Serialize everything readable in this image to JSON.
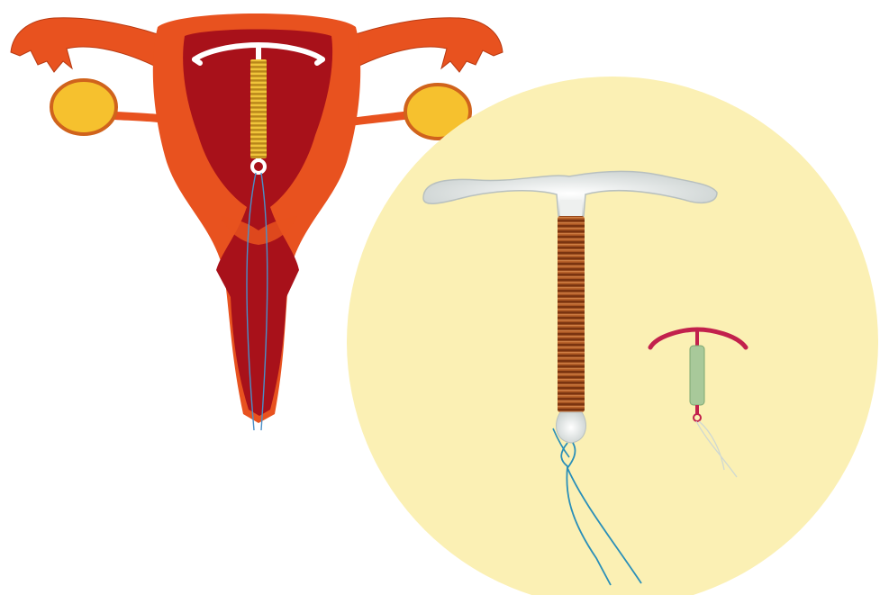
{
  "scene": {
    "subjects": [
      "uterus-diagram",
      "copper-iud",
      "hormonal-iud"
    ]
  },
  "colors": {
    "background": "#ffffff",
    "uterus_outer": "#e8521f",
    "uterus_inner": "#a8111a",
    "ovary": "#f6c12e",
    "ovary_outline": "#d0631c",
    "circle_background": "#fbf0b4",
    "iud_arm": "#eef0ef",
    "copper": "#9a4a1e",
    "copper_diagram": "#e8b327",
    "thread_blue": "#2a8fb8",
    "hormonal_arm": "#c2214d",
    "hormonal_body": "#a8c99a"
  }
}
